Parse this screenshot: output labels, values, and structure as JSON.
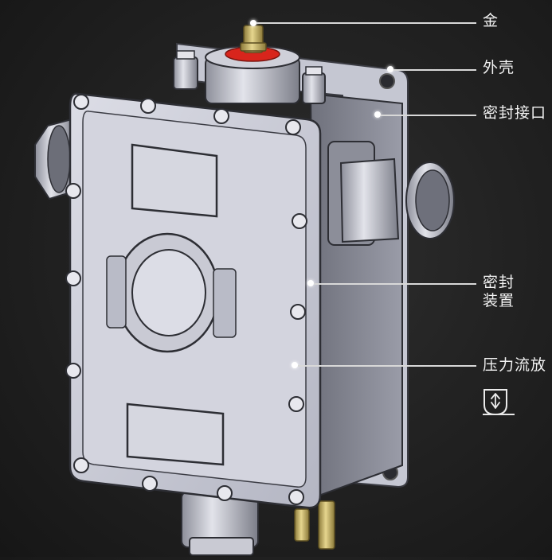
{
  "figure": {
    "subject": "explosion-proof enclosure 3D render",
    "background_color": "#222222",
    "accent_colors": {
      "body": "#c9cbd6",
      "body_shadow": "#8e909c",
      "red_nut": "#d8251c",
      "brass": "#c8b46a"
    }
  },
  "callouts": [
    {
      "id": "gold",
      "label": "金"
    },
    {
      "id": "shell",
      "label": "外壳"
    },
    {
      "id": "seal-port",
      "label": "密封接口"
    },
    {
      "id": "seal-device",
      "label_line1": "密封",
      "label_line2": "装置"
    },
    {
      "id": "pressure-release",
      "label": "压力流放"
    }
  ],
  "icons": {
    "release": "shield-arrows-up-down-icon"
  }
}
